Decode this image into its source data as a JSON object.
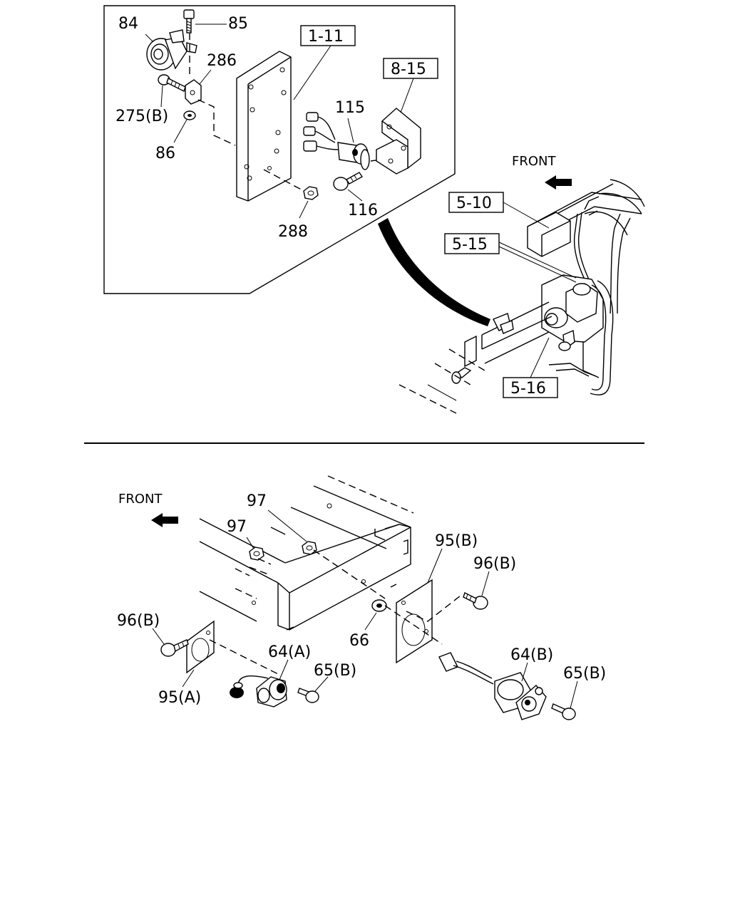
{
  "top_diagram": {
    "front_label": "FRONT",
    "callouts": {
      "c84": "84",
      "c85": "85",
      "c286": "286",
      "c275b": "275(B)",
      "c86": "86",
      "c115": "115",
      "c116": "116",
      "c288": "288"
    },
    "reference_boxes": {
      "r1_11": "1-11",
      "r8_15": "8-15",
      "r5_10": "5-10",
      "r5_15": "5-15",
      "r5_16": "5-16"
    }
  },
  "bottom_diagram": {
    "front_label": "FRONT",
    "callouts": {
      "c97a": "97",
      "c97b": "97",
      "c95b": "95(B)",
      "c96b_right": "96(B)",
      "c96b_left": "96(B)",
      "c66": "66",
      "c64a": "64(A)",
      "c65b_left": "65(B)",
      "c64b": "64(B)",
      "c65b_right": "65(B)",
      "c95a": "95(A)"
    }
  }
}
